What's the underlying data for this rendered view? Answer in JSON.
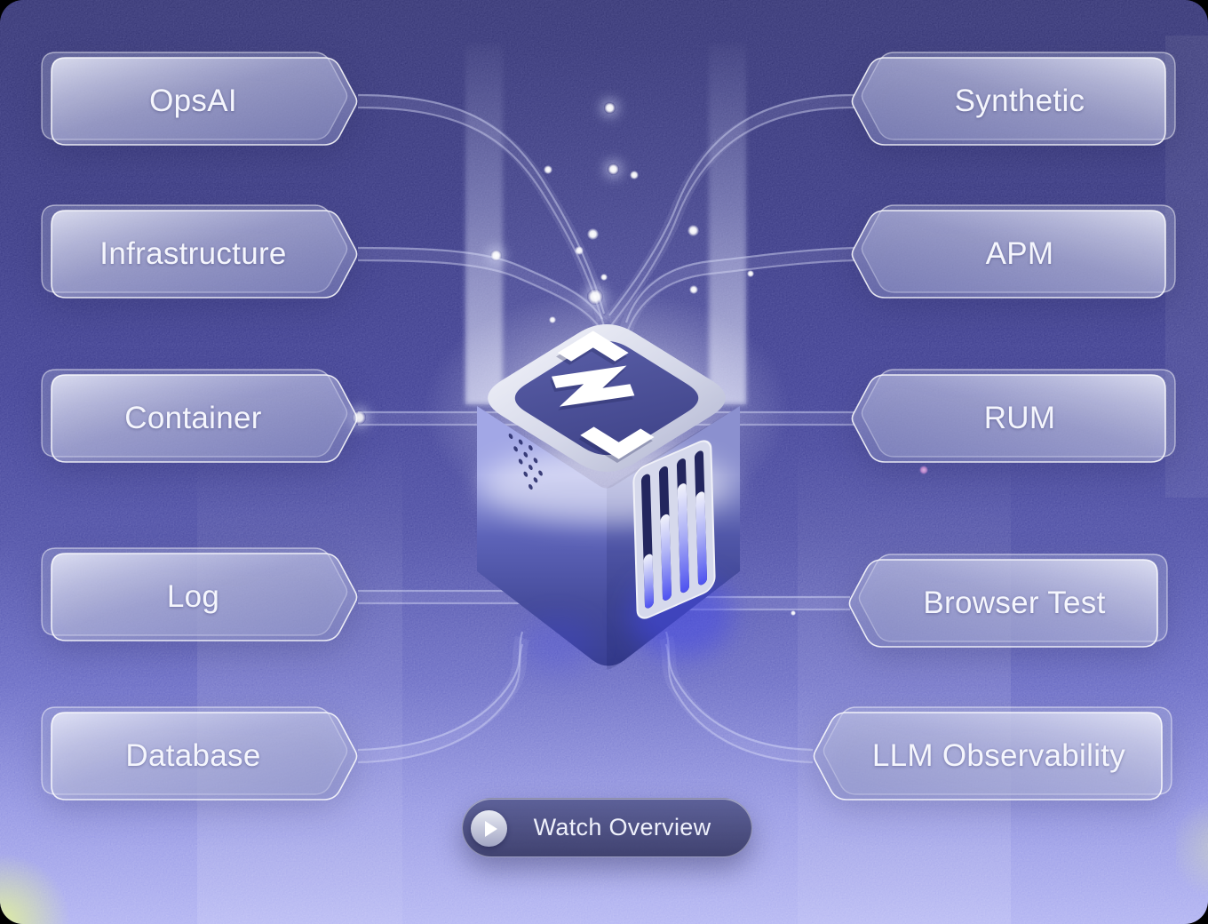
{
  "hero": {
    "left_capabilities": [
      {
        "label": "OpsAI"
      },
      {
        "label": "Infrastructure"
      },
      {
        "label": "Container"
      },
      {
        "label": "Log"
      },
      {
        "label": "Database"
      }
    ],
    "right_capabilities": [
      {
        "label": "Synthetic"
      },
      {
        "label": "APM"
      },
      {
        "label": "RUM"
      },
      {
        "label": "Browser Test"
      },
      {
        "label": "LLM Observability"
      }
    ],
    "cta": {
      "label": "Watch Overview",
      "icon": "play-icon"
    },
    "center_icon": "middleware-cube-logo",
    "colors": {
      "background_top": "#2b2b6e",
      "background_bottom": "#a8aaf0",
      "beam": "#e8eaff",
      "box_text": "#f5f6fd",
      "bar_glow": "#4d51ef",
      "star": "#ffffff",
      "star_pink": "#e19de4"
    }
  }
}
